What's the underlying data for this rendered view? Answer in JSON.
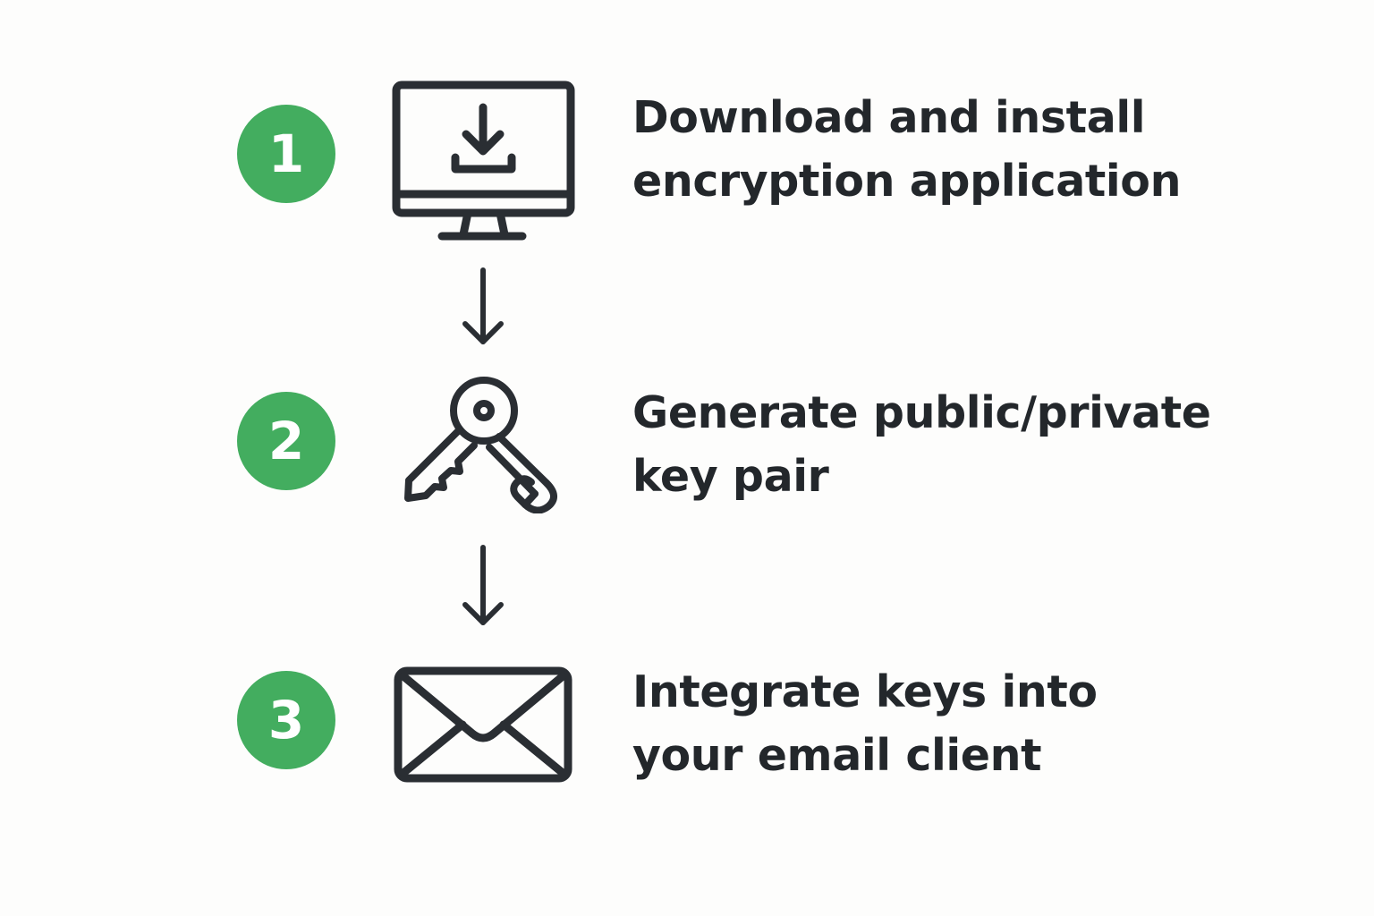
{
  "colors": {
    "badge_fill": "#43ad5f",
    "icon_stroke": "#2a2e33",
    "text": "#23272b",
    "background": "#fdfdfc"
  },
  "steps": [
    {
      "number": "1",
      "icon": "monitor-download-icon",
      "lines": [
        "Download and install",
        "encryption application"
      ]
    },
    {
      "number": "2",
      "icon": "key-pair-icon",
      "lines": [
        "Generate public/private",
        "key pair"
      ]
    },
    {
      "number": "3",
      "icon": "envelope-icon",
      "lines": [
        "Integrate keys into",
        "your email client"
      ]
    }
  ],
  "connectors": [
    {
      "from": "1",
      "to": "2",
      "icon": "arrow-down-icon"
    },
    {
      "from": "2",
      "to": "3",
      "icon": "arrow-down-icon"
    }
  ]
}
